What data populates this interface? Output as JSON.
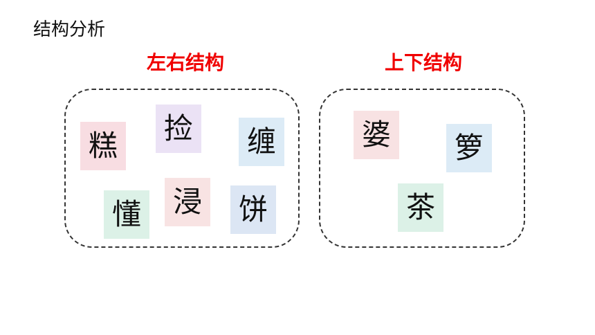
{
  "page": {
    "title": "结构分析"
  },
  "groups": [
    {
      "heading": "左右结构",
      "heading_color": "#f00000",
      "characters": [
        {
          "char": "糕",
          "bg": "#f8dde2"
        },
        {
          "char": "捡",
          "bg": "#ebe2f5"
        },
        {
          "char": "缠",
          "bg": "#dcebf6"
        },
        {
          "char": "懂",
          "bg": "#dcf1e7"
        },
        {
          "char": "浸",
          "bg": "#f8e3e3"
        },
        {
          "char": "饼",
          "bg": "#dce6f4"
        }
      ]
    },
    {
      "heading": "上下结构",
      "heading_color": "#f00000",
      "characters": [
        {
          "char": "婆",
          "bg": "#f8e2e3"
        },
        {
          "char": "箩",
          "bg": "#dcebf6"
        },
        {
          "char": "茶",
          "bg": "#dcf1e7"
        }
      ]
    }
  ]
}
